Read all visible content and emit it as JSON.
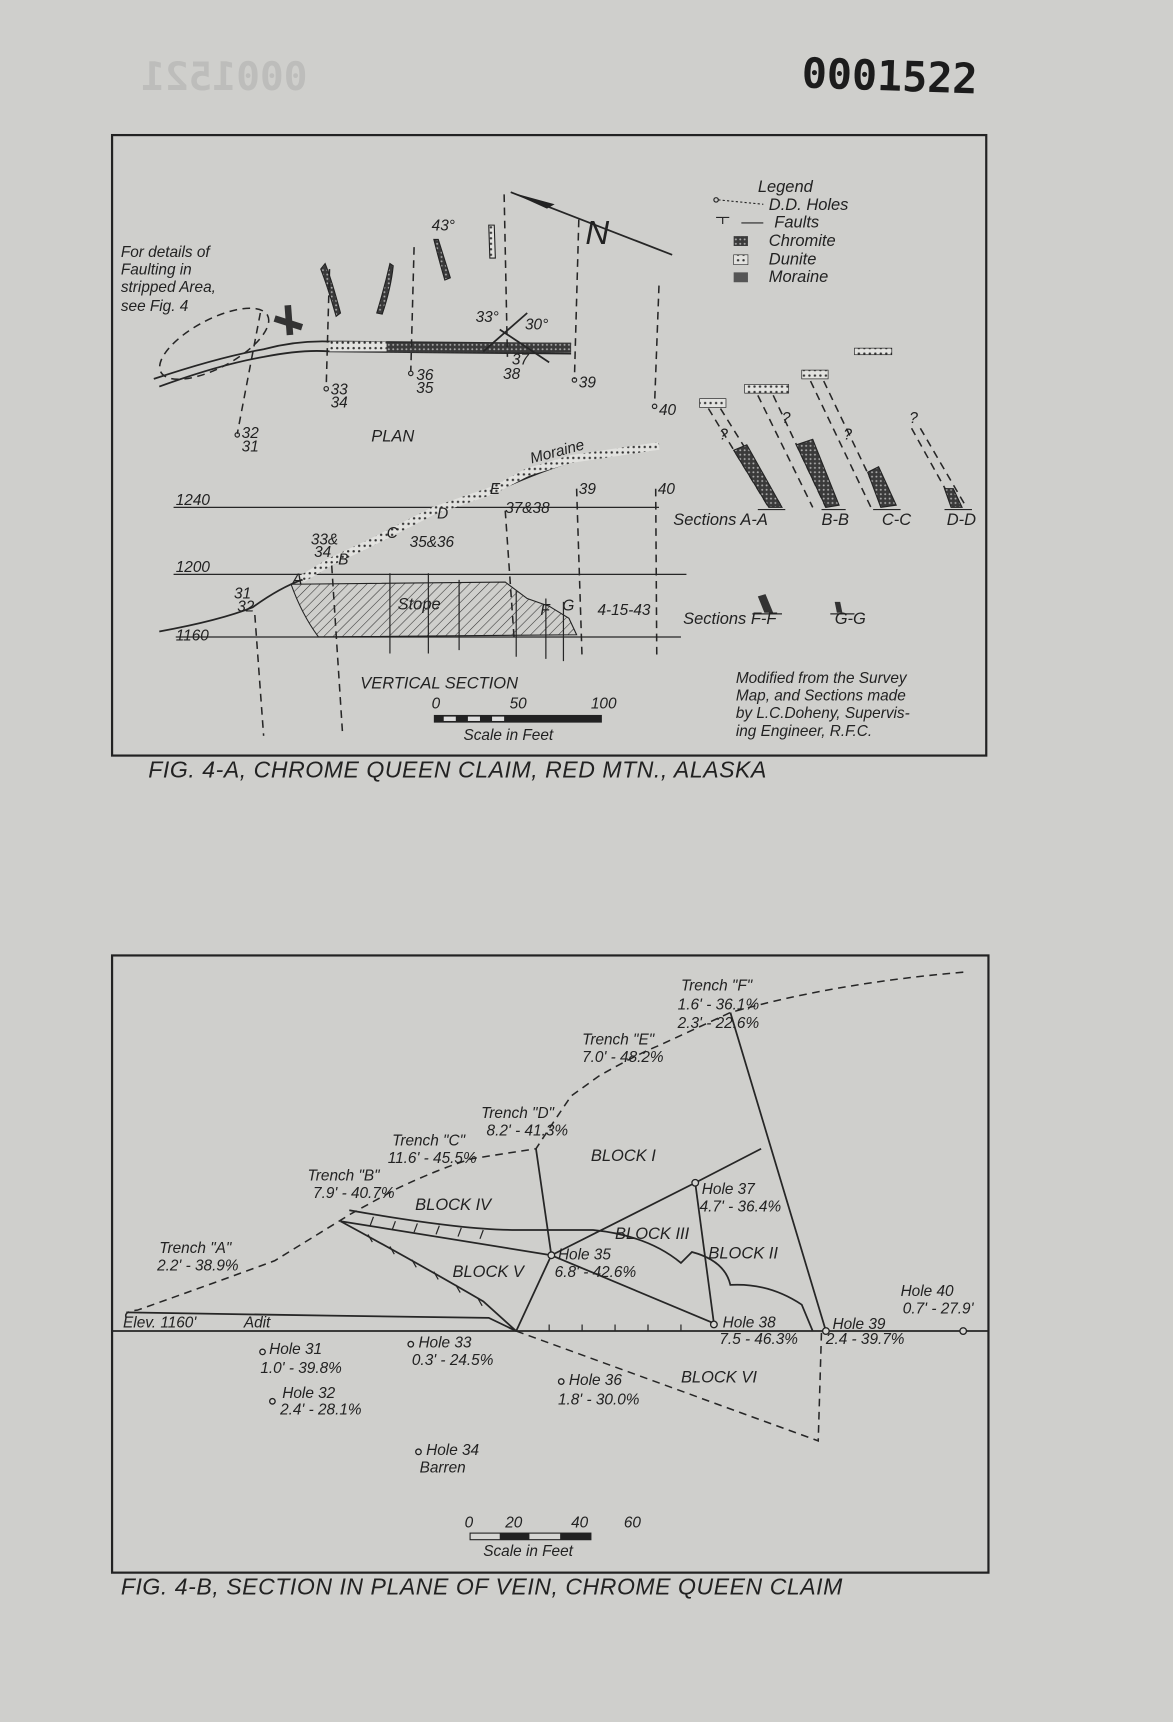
{
  "page_number": "0001522",
  "ghost_page_number": "0001521",
  "figA": {
    "caption": "FIG. 4-A, CHROME QUEEN CLAIM, RED MTN., ALASKA",
    "legend": {
      "title": "Legend",
      "items": [
        "D.D. Holes",
        "Faults",
        "Chromite",
        "Dunite",
        "Moraine"
      ]
    },
    "north": "N",
    "note": [
      "For details of",
      "Faulting in",
      "stripped Area,",
      "see Fig. 4"
    ],
    "plan_label": "PLAN",
    "angles": [
      "43°",
      "33°",
      "30°"
    ],
    "plan_holes": [
      "32",
      "31",
      "33",
      "34",
      "36",
      "35",
      "37",
      "38",
      "39",
      "40"
    ],
    "elevations": [
      "1240",
      "1200",
      "1160"
    ],
    "section_labels": {
      "moraine": "Moraine",
      "stope": "Stope",
      "h39": "39",
      "h40": "40",
      "h3738": "37&38",
      "h3536": "35&36",
      "h3334a": "33&",
      "h3334b": "34",
      "h31": "31",
      "h32": "32",
      "date": "4-15-43",
      "letters": [
        "A",
        "B",
        "C",
        "D",
        "E",
        "F",
        "G"
      ]
    },
    "vertical_section": "VERTICAL SECTION",
    "scale": {
      "ticks": [
        "0",
        "50",
        "100"
      ],
      "label": "Scale in Feet"
    },
    "sections_1": {
      "label": "Sections A-A",
      "others": [
        "B-B",
        "C-C",
        "D-D"
      ]
    },
    "sections_2": {
      "label": "Sections F-F",
      "others": [
        "G-G"
      ]
    },
    "question": "?",
    "credit": [
      "Modified from the Survey",
      "Map, and Sections made",
      "by L.C.Doheny, Supervis-",
      "ing Engineer, R.F.C."
    ]
  },
  "figB": {
    "caption": "FIG. 4-B, SECTION IN PLANE OF VEIN, CHROME QUEEN CLAIM",
    "trenches": [
      {
        "name": "Trench \"A\"",
        "assay": "2.2' - 38.9%"
      },
      {
        "name": "Trench \"B\"",
        "assay": "7.9' - 40.7%"
      },
      {
        "name": "Trench \"C\"",
        "assay": "11.6' - 45.5%"
      },
      {
        "name": "Trench \"D\"",
        "assay": "8.2' - 41.3%"
      },
      {
        "name": "Trench \"E\"",
        "assay": "7.0' - 48.2%"
      },
      {
        "name": "Trench \"F\"",
        "assay": "1.6' - 36.1%",
        "assay2": "2.3' - 22.6%"
      }
    ],
    "blocks": [
      "BLOCK I",
      "BLOCK II",
      "BLOCK III",
      "BLOCK IV",
      "BLOCK V",
      "BLOCK VI"
    ],
    "holes": [
      {
        "name": "Hole 31",
        "assay": "1.0' - 39.8%"
      },
      {
        "name": "Hole 32",
        "assay": "2.4' - 28.1%"
      },
      {
        "name": "Hole 33",
        "assay": "0.3' - 24.5%"
      },
      {
        "name": "Hole 34",
        "assay": "Barren"
      },
      {
        "name": "Hole 35",
        "assay": "6.8' - 42.6%"
      },
      {
        "name": "Hole 36",
        "assay": "1.8' - 30.0%"
      },
      {
        "name": "Hole 37",
        "assay": "4.7' - 36.4%"
      },
      {
        "name": "Hole 38",
        "assay": "7.5 - 46.3%"
      },
      {
        "name": "Hole 39",
        "assay": "2.4 - 39.7%"
      },
      {
        "name": "Hole 40",
        "assay": "0.7' - 27.9'"
      }
    ],
    "elev": "Elev. 1160'",
    "adit": "Adit",
    "scale": {
      "ticks": [
        "0",
        "20",
        "40",
        "60"
      ],
      "label": "Scale in Feet"
    }
  }
}
